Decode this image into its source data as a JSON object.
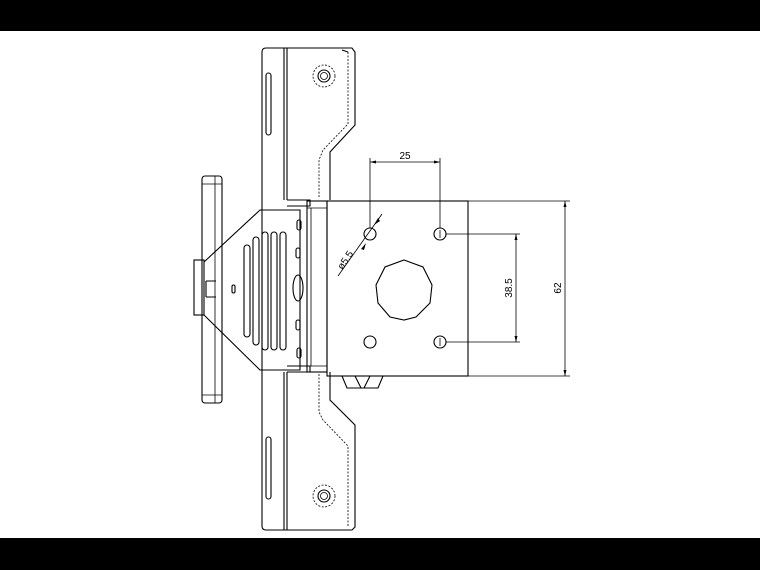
{
  "drawing": {
    "type": "technical-drawing",
    "subject": "mounting bracket (front view)",
    "background": "#ffffff",
    "line_color": "#000000",
    "frame_color": "#000000"
  },
  "dimensions": {
    "hole_spacing_horizontal": "25",
    "hole_diameter": "ø5.5",
    "hole_spacing_vertical": "38.5",
    "plate_height": "62"
  }
}
